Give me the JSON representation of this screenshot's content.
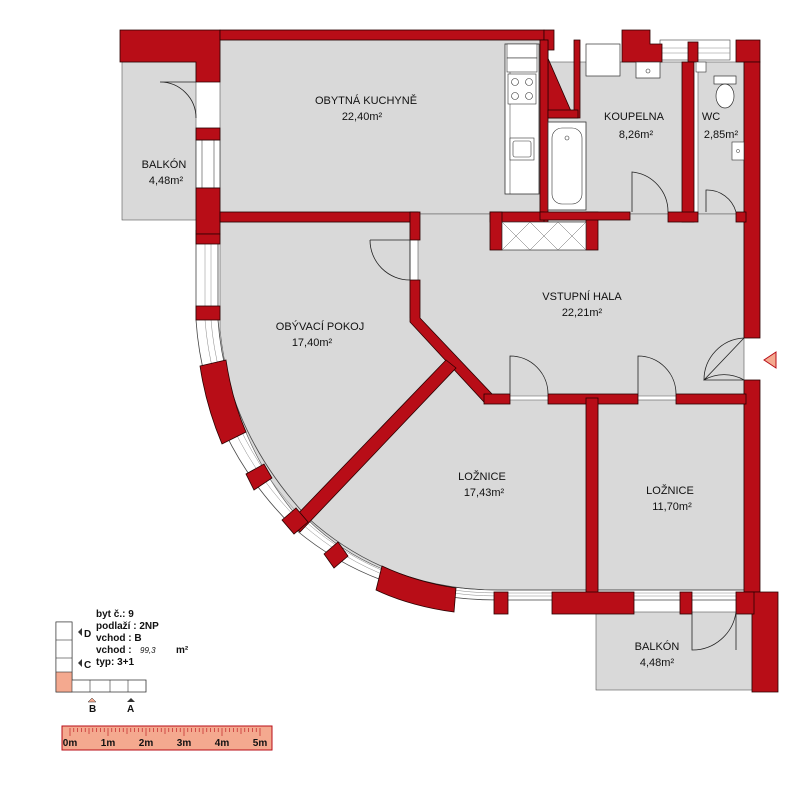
{
  "rooms": {
    "kitchen": {
      "name": "OBYTNÁ KUCHYNĚ",
      "area": "22,40m²"
    },
    "bathroom": {
      "name": "KOUPELNA",
      "area": "8,26m²"
    },
    "wc": {
      "name": "WC",
      "area": "2,85m²"
    },
    "balcony_left": {
      "name": "BALKÓN",
      "area": "4,48m²"
    },
    "hall": {
      "name": "VSTUPNÍ HALA",
      "area": "22,21m²"
    },
    "living": {
      "name": "OBÝVACÍ POKOJ",
      "area": "17,40m²"
    },
    "bedroom1": {
      "name": "LOŽNICE",
      "area": "17,43m²"
    },
    "bedroom2": {
      "name": "LOŽNICE",
      "area": "11,70m²"
    },
    "balcony_bottom": {
      "name": "BALKÓN",
      "area": "4,48m²"
    }
  },
  "legend": {
    "flat_no": "byt č.: 9",
    "floor": "podlaží : 2NP",
    "entrance1": "vchod : B",
    "entrance2_label": "vchod :",
    "entrance2_value": "99,3",
    "entrance2_unit": "m²",
    "type": "typ: 3+1",
    "marker_d": "D",
    "marker_c": "C",
    "marker_b": "B",
    "marker_a": "A"
  },
  "scale": {
    "labels": [
      "0m",
      "1m",
      "2m",
      "3m",
      "4m",
      "5m"
    ]
  },
  "colors": {
    "wall": "#b80d17",
    "floor": "#d9d9d9",
    "scale_bar": "#f4a98f"
  }
}
